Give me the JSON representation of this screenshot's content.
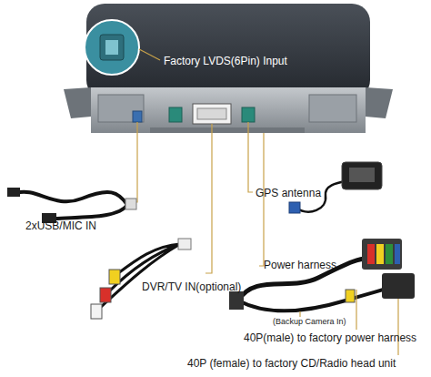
{
  "diagram": {
    "labels": [
      "Factory LVDS(6Pin) Input",
      "GPS antenna",
      "2xUSB/MIC IN",
      "DVR/TV IN(optional)",
      "Power harness",
      "(Backup Camera In)",
      "40P(male) to factory power harness",
      "40P (female) to factory CD/Radio head unit"
    ]
  }
}
